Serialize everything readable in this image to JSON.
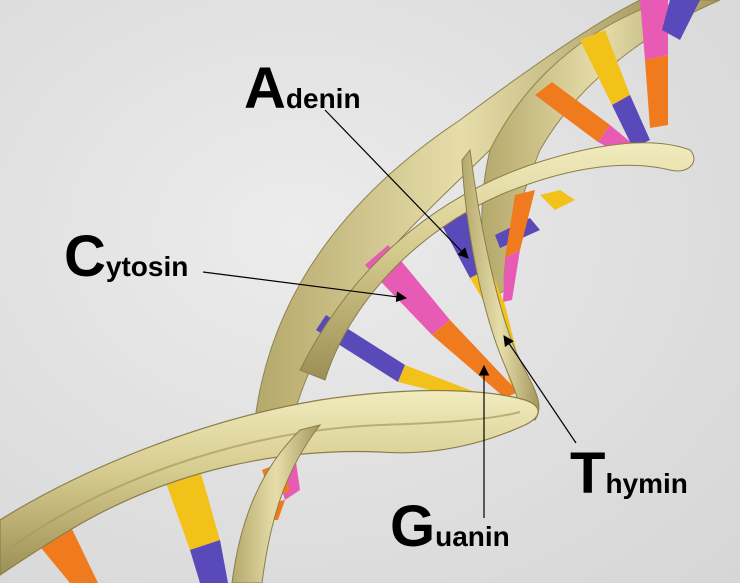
{
  "labels": {
    "adenin": {
      "initial": "A",
      "rest": "denin"
    },
    "cytosin": {
      "initial": "C",
      "rest": "ytosin"
    },
    "thymin": {
      "initial": "T",
      "rest": "hymin"
    },
    "guanin": {
      "initial": "G",
      "rest": "uanin"
    }
  },
  "colors": {
    "adenin": "#5a49b8",
    "thymin": "#f2c21a",
    "cytosin": "#e85bb5",
    "guanin": "#f07a1e",
    "backbone": "#d4c98c",
    "background": "#e0e0e0"
  }
}
